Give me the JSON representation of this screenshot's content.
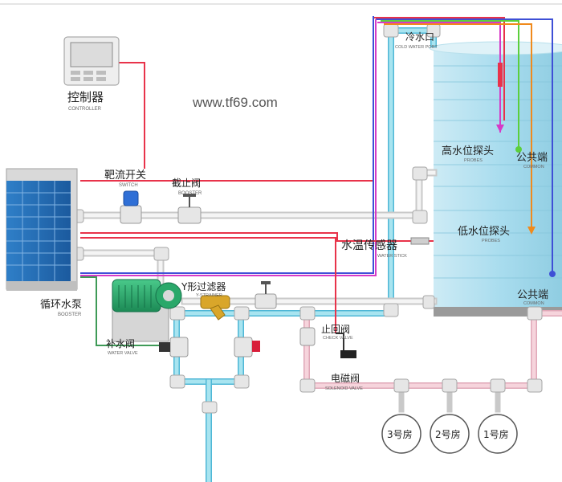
{
  "watermark": "www.tf69.com",
  "controller": {
    "cn": "控制器",
    "en": "CONTROLLER"
  },
  "flow_switch": {
    "cn": "靶流开关",
    "en": "SWITCH"
  },
  "stop_valve": {
    "cn": "截止阀",
    "en": "BOOSTER"
  },
  "cold_water_port": {
    "cn": "冷水口",
    "en": "COLD WATER PORT"
  },
  "high_level_probe": {
    "cn": "高水位探头",
    "en": "PROBES"
  },
  "common_top": {
    "cn": "公共端",
    "en": "COMMON"
  },
  "low_level_probe": {
    "cn": "低水位探头",
    "en": "PROBES"
  },
  "water_temp_sensor": {
    "cn": "水温传感器",
    "en": "WATER STICK"
  },
  "common_bottom": {
    "cn": "公共端",
    "en": "COMMON"
  },
  "circulation_pump": {
    "cn": "循环水泵",
    "en": "BOOSTER"
  },
  "y_strainer": {
    "cn": "Y形过滤器",
    "en": "Y-STRAINER"
  },
  "makeup_valve": {
    "cn": "补水阀",
    "en": "WATER VALVE"
  },
  "check_valve": {
    "cn": "止回阀",
    "en": "CHECK VALVE"
  },
  "solenoid_valve": {
    "cn": "电磁阀",
    "en": "SOLENOID VALVE"
  },
  "rooms": [
    "3号房",
    "2号房",
    "1号房"
  ],
  "colors": {
    "water_pipe": "#9fe0ee",
    "pipe_dark": "#4fb7d6",
    "wire_red": "#e8334a",
    "wire_blue": "#3e4fd6",
    "wire_magenta": "#d63ac7",
    "wire_green": "#5ccf3c",
    "wire_orange": "#f08a1c",
    "tank": "#a9dcec"
  }
}
